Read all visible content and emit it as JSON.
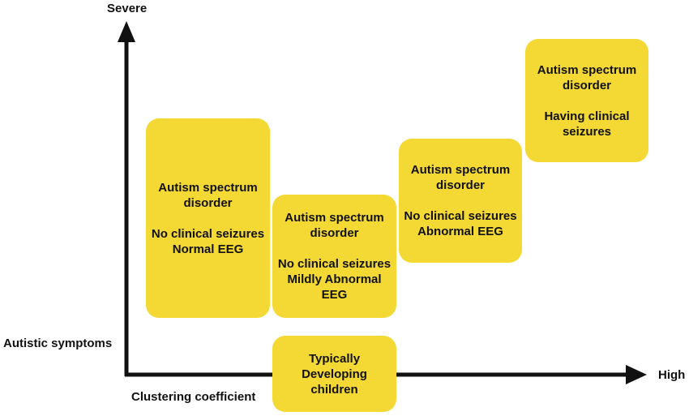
{
  "axes": {
    "y_top_label": "Severe",
    "y_label": "Autistic symptoms",
    "x_label": "Clustering coefficient",
    "x_end_label": "High",
    "color": "#111111"
  },
  "box_color": "#f4d935",
  "boxes": {
    "normal_eeg": {
      "line1": "Autism spectrum",
      "line2": "disorder",
      "line3": "No clinical seizures",
      "line4": "Normal EEG"
    },
    "mildly_abnormal_eeg": {
      "line1": "Autism spectrum",
      "line2": "disorder",
      "line3": "No clinical seizures",
      "line4": "Mildly Abnormal",
      "line5": "EEG"
    },
    "abnormal_eeg": {
      "line1": "Autism spectrum",
      "line2": "disorder",
      "line3": "No clinical seizures",
      "line4": "Abnormal EEG"
    },
    "clinical_seizures": {
      "line1": "Autism spectrum",
      "line2": "disorder",
      "line3": "Having clinical",
      "line4": "seizures"
    },
    "typically_developing": {
      "line1": "Typically",
      "line2": "Developing",
      "line3": "children"
    }
  }
}
